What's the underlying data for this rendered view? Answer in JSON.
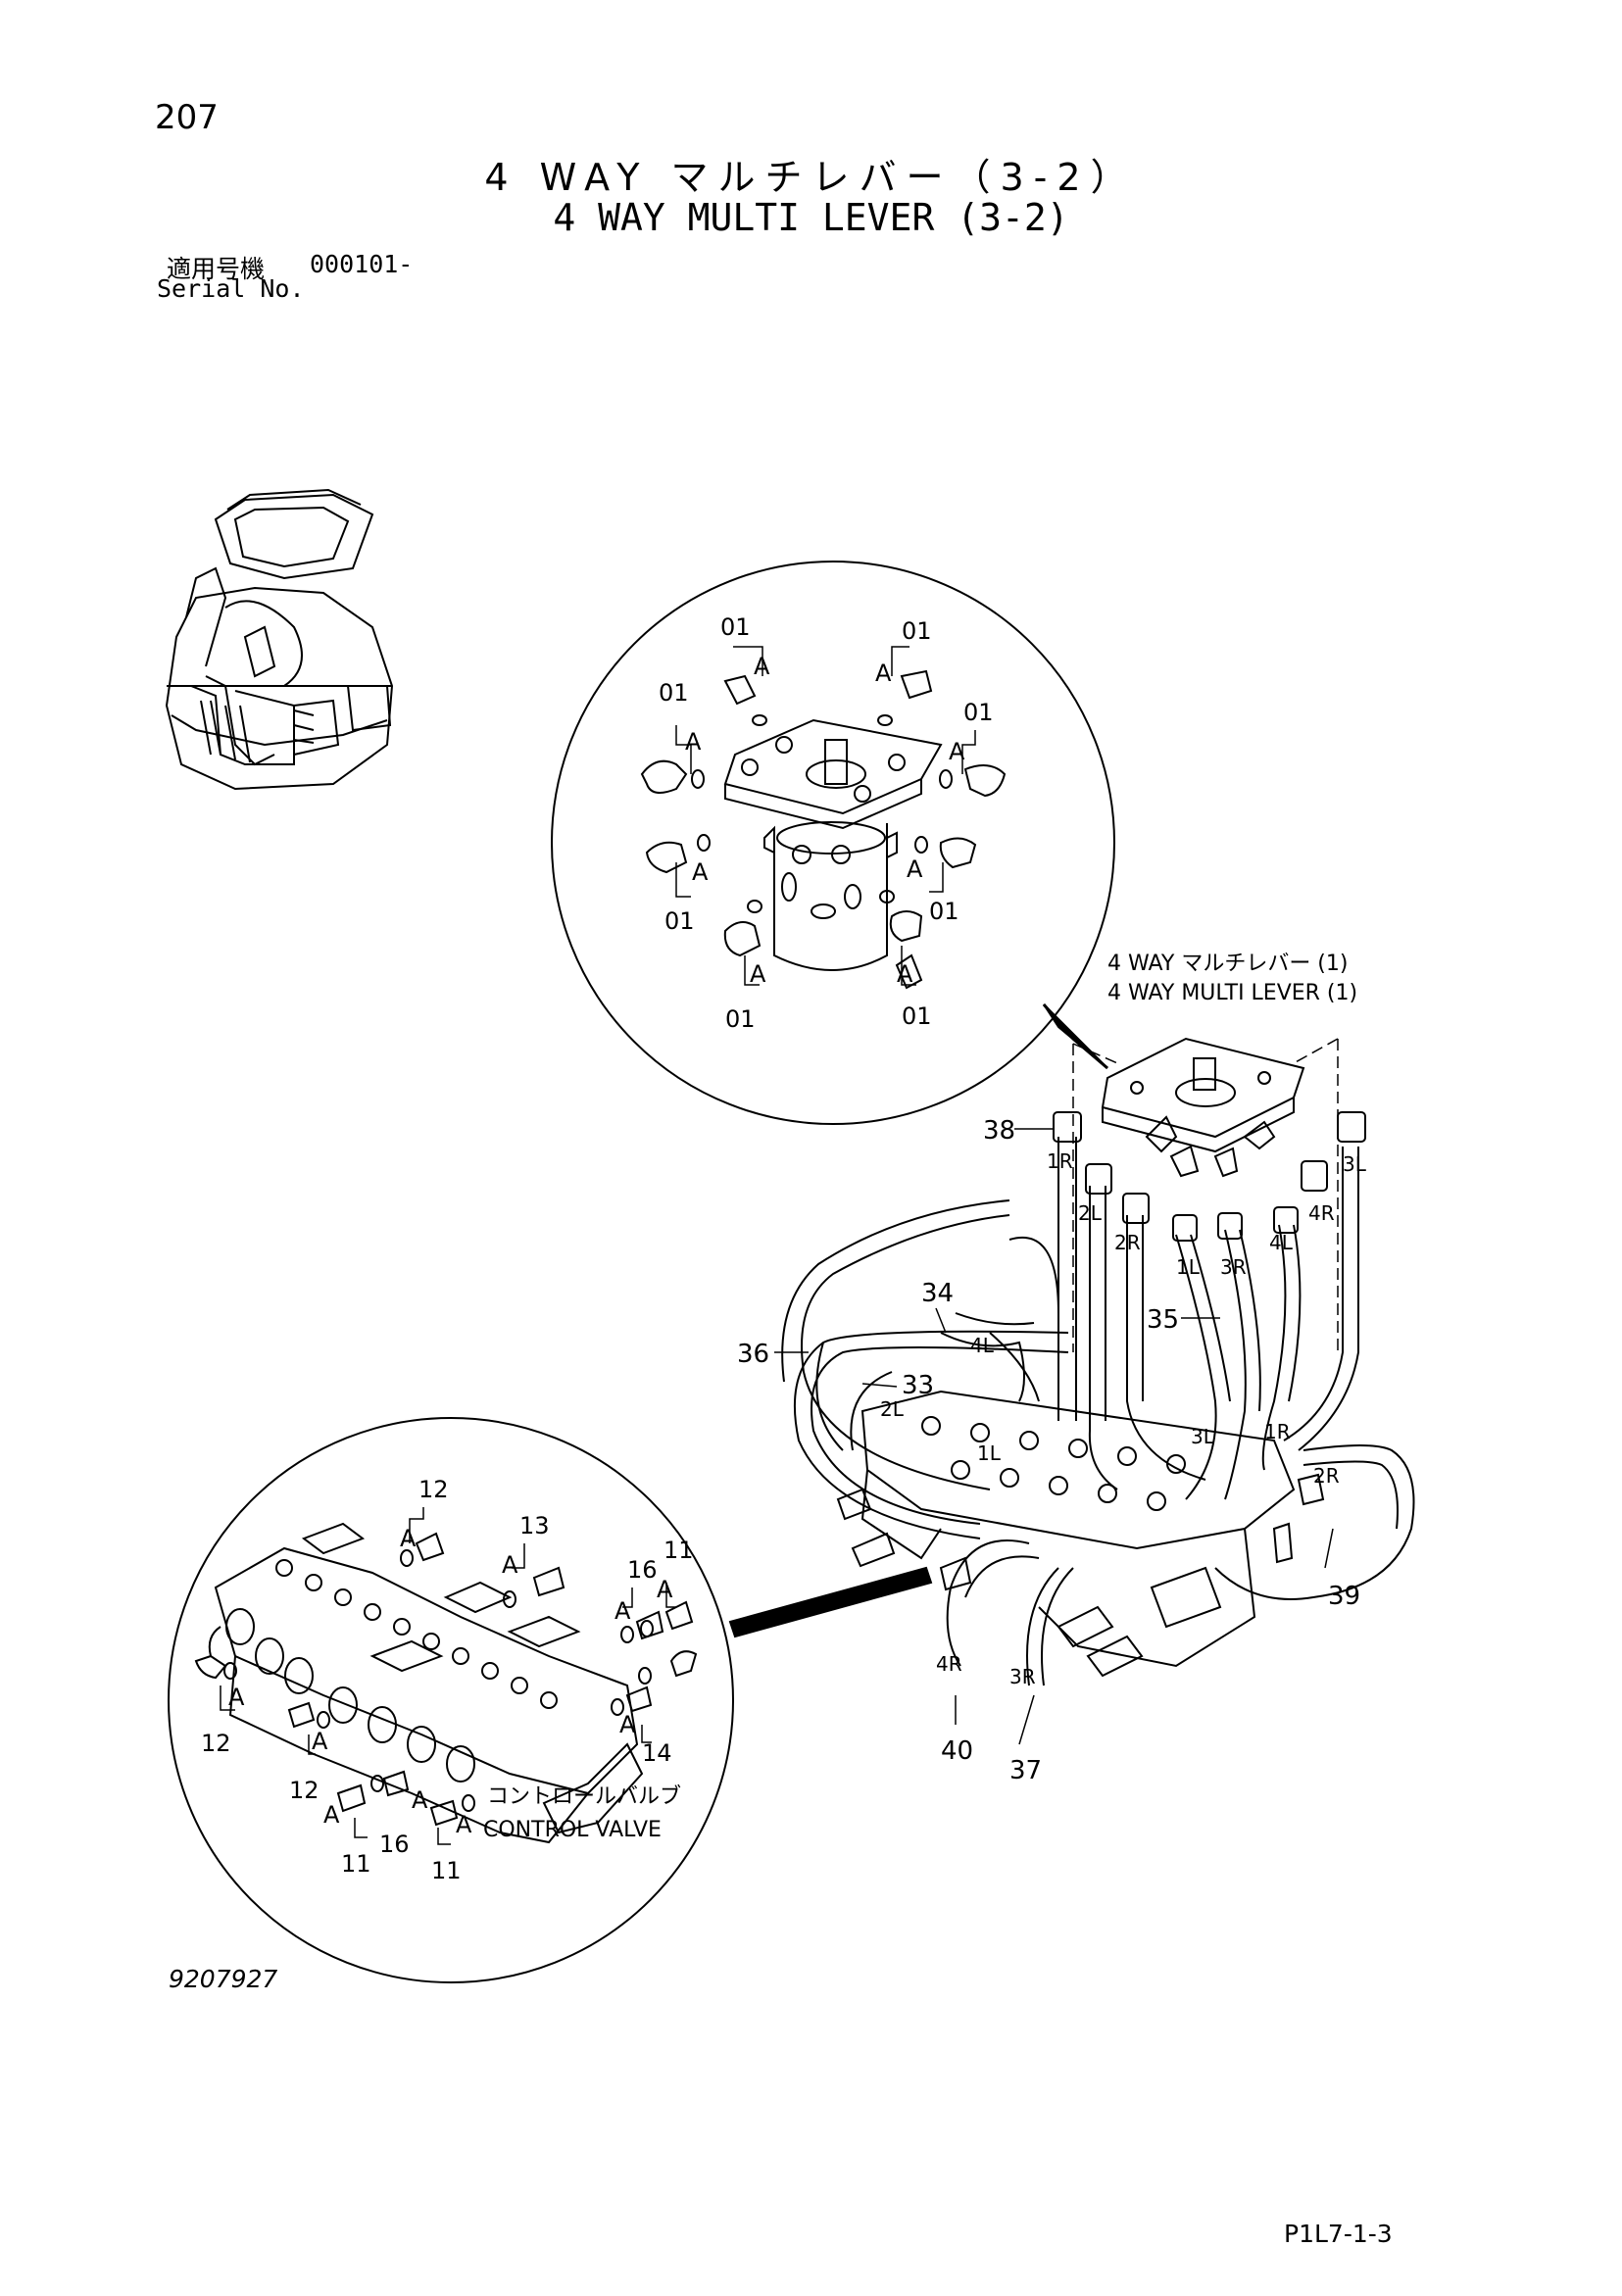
{
  "header": {
    "page_number": "207",
    "title_jp": "4 WAY マルチレバー（3-2）",
    "title_en": "4 WAY MULTI LEVER (3-2)",
    "serial_label_jp": "適用号機",
    "serial_number": "000101-",
    "serial_label_en": "Serial No."
  },
  "callouts": {
    "multi_lever_ref_jp": "4 WAY マルチレバー (1)",
    "multi_lever_ref_en": "4 WAY MULTI LEVER (1)",
    "control_valve_jp": "コントロールバルブ",
    "control_valve_en": "CONTROL VALVE"
  },
  "detail_top_labels": [
    {
      "text": "01"
    },
    {
      "text": "A"
    },
    {
      "text": "01"
    },
    {
      "text": "A"
    },
    {
      "text": "01"
    },
    {
      "text": "A"
    },
    {
      "text": "01"
    },
    {
      "text": "A"
    },
    {
      "text": "A"
    },
    {
      "text": "01"
    },
    {
      "text": "A"
    },
    {
      "text": "01"
    },
    {
      "text": "A"
    },
    {
      "text": "01"
    },
    {
      "text": "A"
    },
    {
      "text": "01"
    }
  ],
  "detail_bottom_labels": [
    {
      "text": "12"
    },
    {
      "text": "A"
    },
    {
      "text": "13"
    },
    {
      "text": "A"
    },
    {
      "text": "16"
    },
    {
      "text": "A"
    },
    {
      "text": "11"
    },
    {
      "text": "A"
    },
    {
      "text": "A"
    },
    {
      "text": "12"
    },
    {
      "text": "A"
    },
    {
      "text": "12"
    },
    {
      "text": "A"
    },
    {
      "text": "14"
    },
    {
      "text": "A"
    },
    {
      "text": "A"
    },
    {
      "text": "16"
    },
    {
      "text": "11"
    },
    {
      "text": "A"
    },
    {
      "text": "11"
    }
  ],
  "main_part_numbers": [
    {
      "text": "38"
    },
    {
      "text": "34"
    },
    {
      "text": "36"
    },
    {
      "text": "33"
    },
    {
      "text": "35"
    },
    {
      "text": "39"
    },
    {
      "text": "40"
    },
    {
      "text": "37"
    }
  ],
  "port_labels": [
    {
      "text": "1R"
    },
    {
      "text": "2L"
    },
    {
      "text": "2R"
    },
    {
      "text": "1L"
    },
    {
      "text": "3R"
    },
    {
      "text": "4L"
    },
    {
      "text": "4R"
    },
    {
      "text": "3L"
    },
    {
      "text": "4L"
    },
    {
      "text": "2L"
    },
    {
      "text": "1L"
    },
    {
      "text": "3L"
    },
    {
      "text": "1R"
    },
    {
      "text": "2R"
    },
    {
      "text": "4R"
    },
    {
      "text": "3R"
    }
  ],
  "footer": {
    "drawing_id": "9207927",
    "page_code": "P1L7-1-3"
  }
}
